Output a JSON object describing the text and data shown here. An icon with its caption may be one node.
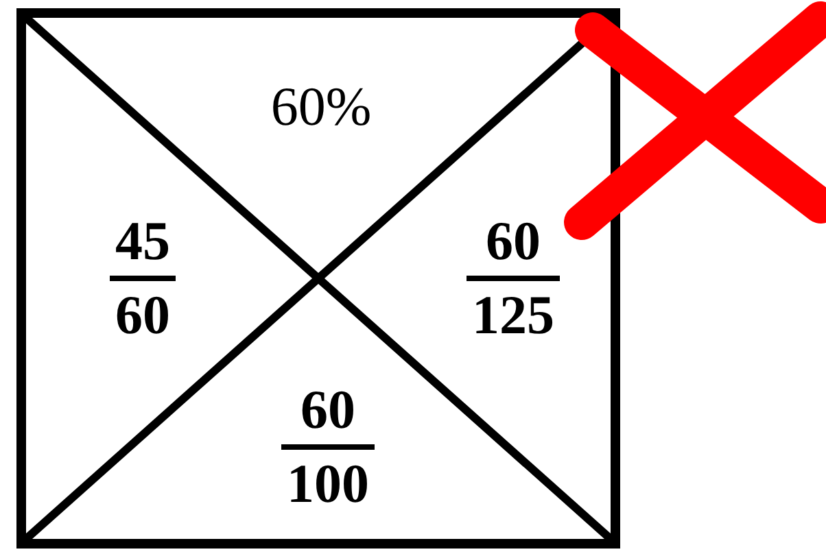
{
  "diagram": {
    "nodes": [
      {
        "text": [],
        "shape": "box"
      },
      {
        "text": [
          "60%"
        ],
        "in": 0
      },
      {
        "text": [
          "45",
          "60"
        ],
        "in": 0
      },
      {
        "text": [
          "60",
          "125"
        ],
        "in": 0
      },
      {
        "text": [
          "60",
          "100"
        ],
        "in": 0
      }
    ]
  }
}
